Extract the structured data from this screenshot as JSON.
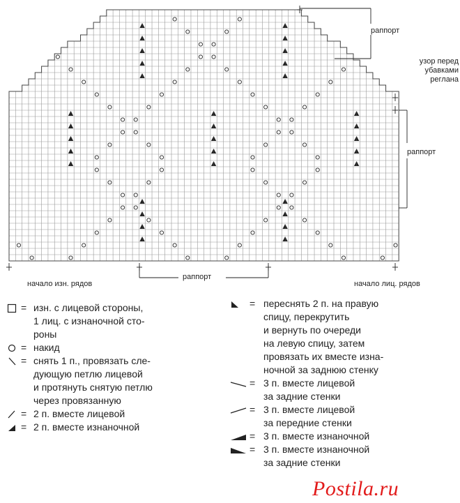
{
  "labels": {
    "rapport_top": "раппорт",
    "pattern_note": "узор перед\nубавками\nреглана",
    "rapport_right": "раппорт",
    "rapport_bottom": "раппорт",
    "start_wrong": "начало изн. рядов",
    "start_right": "начало лиц. рядов"
  },
  "legend": {
    "equals": "=",
    "left": [
      {
        "symbol": "empty-square",
        "text": "изн. с лицевой стороны,\n1 лиц. с изнаночной сто-\nроны"
      },
      {
        "symbol": "circle",
        "text": "накид"
      },
      {
        "symbol": "backslash",
        "text": "снять 1 п., провязать сле-\nдующую петлю лицевой\nи протянуть снятую петлю\nчерез провязанную"
      },
      {
        "symbol": "slash",
        "text": "2 п. вместе лицевой"
      },
      {
        "symbol": "filled-triangle-right",
        "text": "2 п. вместе изнаночной"
      }
    ],
    "right": [
      {
        "symbol": "filled-triangle-left",
        "text": "переснять 2 п. на правую\nспицу, перекрутить\nи вернуть по очереди\nна левую спицу, затем\nпровязать их вместе изна-\nночной за заднюю стенку"
      },
      {
        "symbol": "long-backslash",
        "text": "3 п. вместе лицевой\nза задние стенки"
      },
      {
        "symbol": "long-slash",
        "text": "3 п. вместе лицевой\nза передние стенки"
      },
      {
        "symbol": "wide-triangle-right",
        "text": "3 п. вместе изнаночной"
      },
      {
        "symbol": "wide-triangle-left",
        "text": "3 п. вместе изнаночной\nза задние стенки"
      }
    ]
  },
  "watermark": {
    "text": "Postila.ru",
    "color": "#e21b1b"
  }
}
